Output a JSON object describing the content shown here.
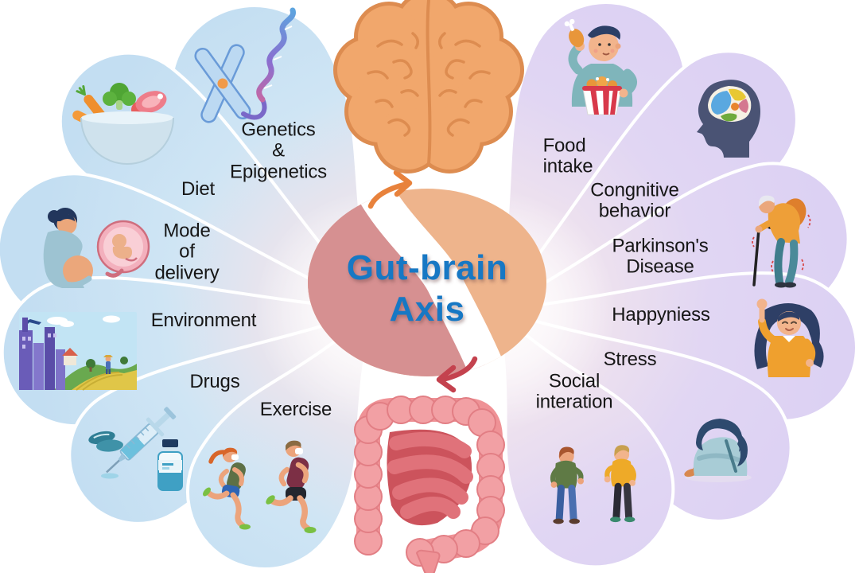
{
  "title": {
    "text": "Gut-brain\nAxis"
  },
  "center": {
    "brain_icon": "brain-icon",
    "gut_icon": "intestine-icon",
    "arrows": [
      "orange-up-arrow",
      "red-down-arrow"
    ],
    "colors": {
      "title_blue": "#1778c4",
      "circle_pink": "#d69091",
      "circle_peach": "#eeb48c",
      "arrow_orange": "#e8823c",
      "arrow_red": "#c4424e"
    }
  },
  "petal_colors": {
    "left_blue": "#c3def2",
    "right_purple": "#dcd1f3"
  },
  "left_factors": [
    {
      "label": "Genetics\n&\nEpigenetics",
      "icon": "chromosome-dna-icon"
    },
    {
      "label": "Diet",
      "icon": "healthy-food-bowl-icon"
    },
    {
      "label": "Mode\nof\ndelivery",
      "icon": "pregnant-woman-icon"
    },
    {
      "label": "Environment",
      "icon": "environment-scene-icon"
    },
    {
      "label": "Drugs",
      "icon": "drugs-syringe-icon"
    },
    {
      "label": "Exercise",
      "icon": "runners-icon"
    }
  ],
  "right_outcomes": [
    {
      "label": "Food\nintake",
      "icon": "eating-man-icon"
    },
    {
      "label": "Congnitive\nbehavior",
      "icon": "head-brain-icon"
    },
    {
      "label": "Parkinson's\nDisease",
      "icon": "elderly-man-cane-icon"
    },
    {
      "label": "Happyniess",
      "icon": "happy-woman-icon"
    },
    {
      "label": "Stress",
      "icon": "stressed-person-icon"
    },
    {
      "label": "Social\ninteration",
      "icon": "talking-people-icon"
    }
  ]
}
